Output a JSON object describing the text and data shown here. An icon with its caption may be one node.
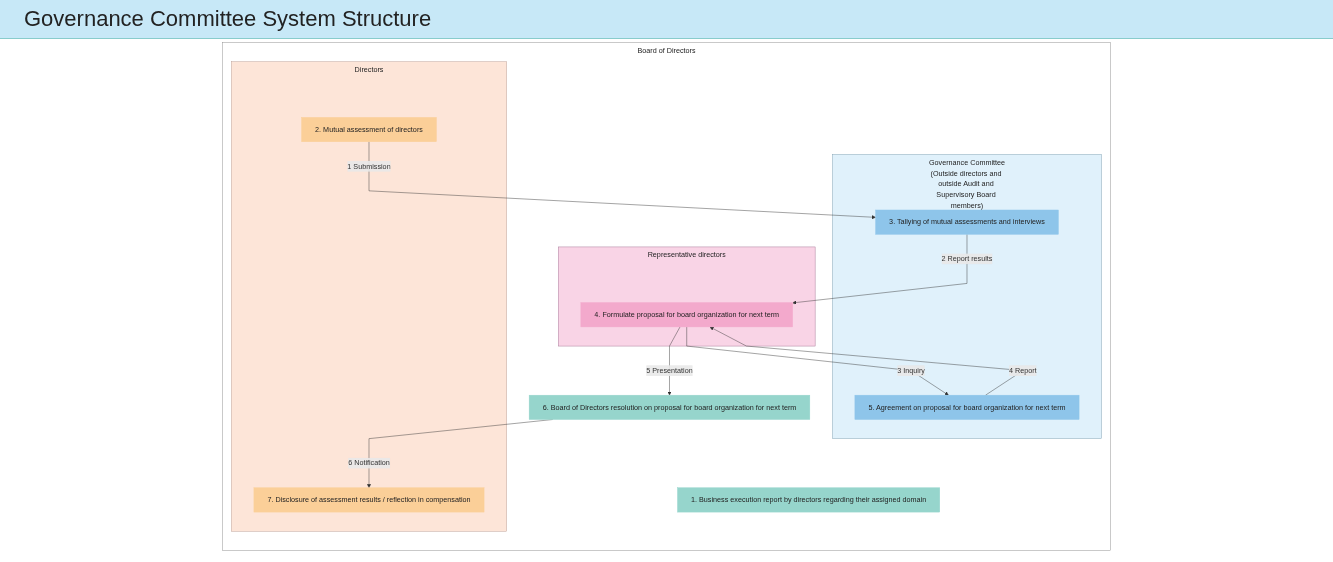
{
  "diagram": {
    "title": "Governance Committee System Structure",
    "nodes": [
      {
        "text": [
          "Board of Directors"
        ]
      },
      {
        "text": [
          "Directors"
        ],
        "in": 0
      },
      {
        "text": [
          "Governance Committee",
          "(Outside directors and outside Audit and Supervisory Board members)"
        ],
        "in": 0
      },
      {
        "text": [
          "1. Business execution report by directors regarding their assigned domain"
        ],
        "in": 0
      },
      {
        "text": [
          "2. Mutual assessment of directors"
        ],
        "in": 1
      },
      {
        "text": [
          "3. Tallying of mutual assessments and interviews"
        ],
        "in": 2
      },
      {
        "text": [
          "Representative directors"
        ],
        "in": 0
      },
      {
        "text": [
          "4. Formulate proposal for board organization for next term"
        ],
        "in": 6
      },
      {
        "text": [
          "7. Disclosure of assessment results / reflection in compensation"
        ],
        "in": 1
      },
      {
        "text": [
          "5. Agreement on proposal for board organization for next term"
        ],
        "in": 2
      },
      {
        "text": [
          "6. Board of Directors resolution on proposal for board organization for next term"
        ],
        "in": 0
      }
    ],
    "edges": [
      {
        "from": 4,
        "to": 5,
        "arrow": "to",
        "label": "1 Submission"
      },
      {
        "from": 5,
        "to": 7,
        "arrow": "to",
        "label": "2 Report results"
      },
      {
        "from": 7,
        "to": 9,
        "arrow": "to",
        "label": "3 Inquiry"
      },
      {
        "from": 9,
        "to": 7,
        "arrow": "to",
        "label": "4 Report"
      },
      {
        "from": 7,
        "to": 10,
        "arrow": "to",
        "label": "5 Presentation"
      },
      {
        "from": 10,
        "to": 8,
        "arrow": "to",
        "label": "6 Notification"
      }
    ]
  }
}
